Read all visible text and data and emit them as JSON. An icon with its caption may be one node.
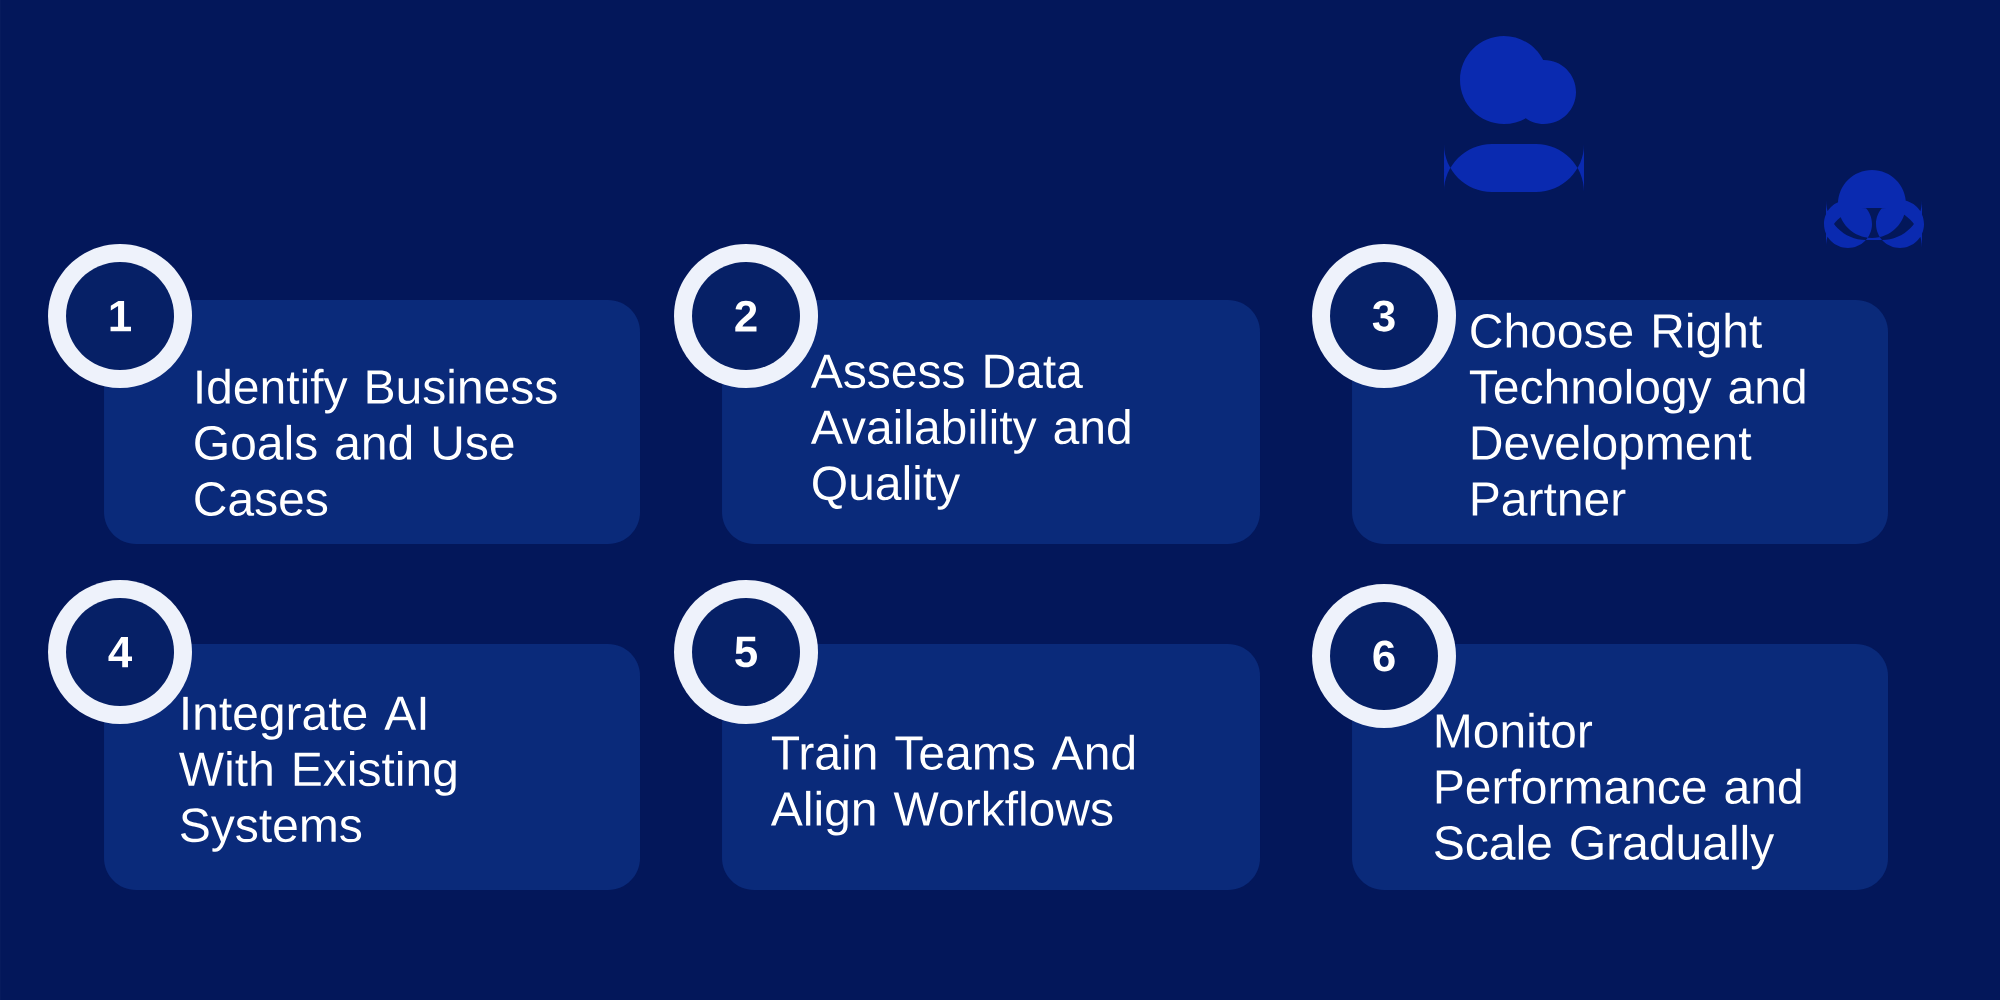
{
  "diagram": {
    "nodes": [
      {
        "text": [
          "1",
          "Identify Business Goals and Use Cases"
        ]
      },
      {
        "text": [
          "2",
          "Assess Data Availability and Quality"
        ]
      },
      {
        "text": [
          "3",
          "Choose Right Technology and Development Partner"
        ]
      },
      {
        "text": [
          "4",
          "Integrate AI With Existing Systems"
        ]
      },
      {
        "text": [
          "5",
          "Train Teams And Align Workflows"
        ]
      },
      {
        "text": [
          "6",
          "Monitor Performance and Scale Gradually"
        ]
      }
    ]
  }
}
